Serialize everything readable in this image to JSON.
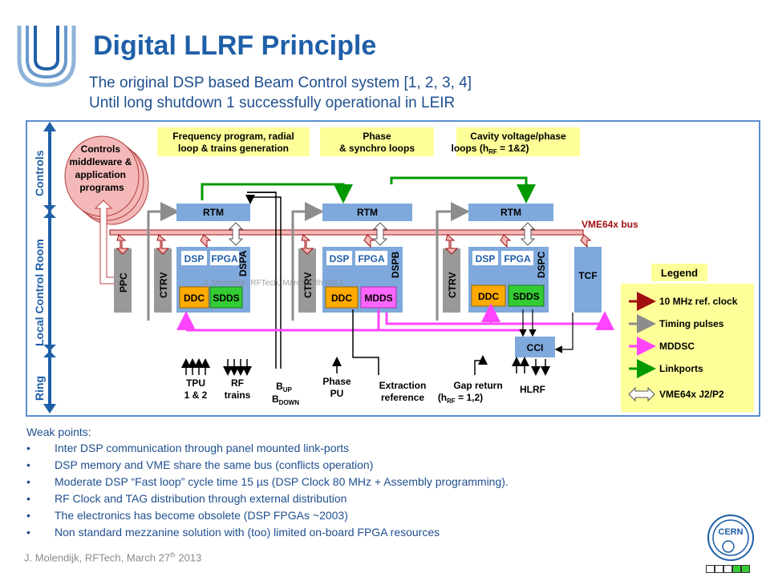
{
  "title": "Digital LLRF Principle",
  "subtitle1": "The original DSP based Beam Control system [1, 2, 3, 4]",
  "subtitle2": "Until long shutdown 1 successfully operational in LEIR",
  "diagram": {
    "levels": [
      "Controls",
      "Local Control Room",
      "Ring"
    ],
    "controls_box": [
      "Controls",
      "middleware &",
      "application",
      "programs"
    ],
    "headers": [
      [
        "Frequency program, radial",
        "loop & trains generation"
      ],
      [
        "Phase",
        "& synchro loops"
      ],
      [
        "Cavity voltage/phase",
        "loops (h",
        "RF",
        " = 1&2)"
      ]
    ],
    "vme_bus": "VME64x bus",
    "ppc": "PPC",
    "ctrv": "CTRV",
    "rtm": "RTM",
    "dsp": "DSP",
    "fpga": "FPGA",
    "dspa": "DSPA",
    "dspb": "DSPB",
    "dspc": "DSPC",
    "ddc": "DDC",
    "sdds": "SDDS",
    "mdds": "MDDS",
    "tcf": "TCF",
    "cci": "CCI",
    "watermark": "J. Molendijk, RFTech, March 27th 2013",
    "inputs": {
      "tpu": [
        "TPU",
        "1 & 2"
      ],
      "rf": [
        "RF",
        "trains"
      ],
      "b_up": "B",
      "b_up_sub": "UP",
      "b_down": "B",
      "b_down_sub": "DOWN",
      "phase": [
        "Phase",
        "PU"
      ],
      "extraction": [
        "Extraction",
        "reference"
      ],
      "gap": [
        "Gap return",
        "(h",
        "RF",
        " = 1,2)"
      ],
      "hlrf": "HLRF"
    },
    "legend": {
      "title": "Legend",
      "items": [
        "10 MHz ref. clock",
        "Timing pulses",
        "MDDSC",
        "Linkports",
        "VME64x J2/P2"
      ],
      "colors": [
        "#8b0000",
        "#8c8c8c",
        "#ff66ff",
        "#009900",
        "#ffffff"
      ]
    }
  },
  "weak_title": "Weak points:",
  "weak_points": [
    "Inter DSP communication through panel mounted link-ports",
    "DSP memory and VME share the same bus (conflicts operation)",
    "Moderate DSP “Fast loop” cycle time 15 µs (DSP Clock 80 MHz + Assembly programming).",
    "RF Clock and TAG distribution through external distribution",
    "The electronics has become obsolete (DSP FPGAs ~2003)",
    "Non standard mezzanine  solution with (too) limited on-board FPGA resources"
  ],
  "footer": {
    "text": "J. Molendijk, RFTech, March 27",
    "sup": "th",
    "year": " 2013"
  },
  "cern_logo": "CERN"
}
